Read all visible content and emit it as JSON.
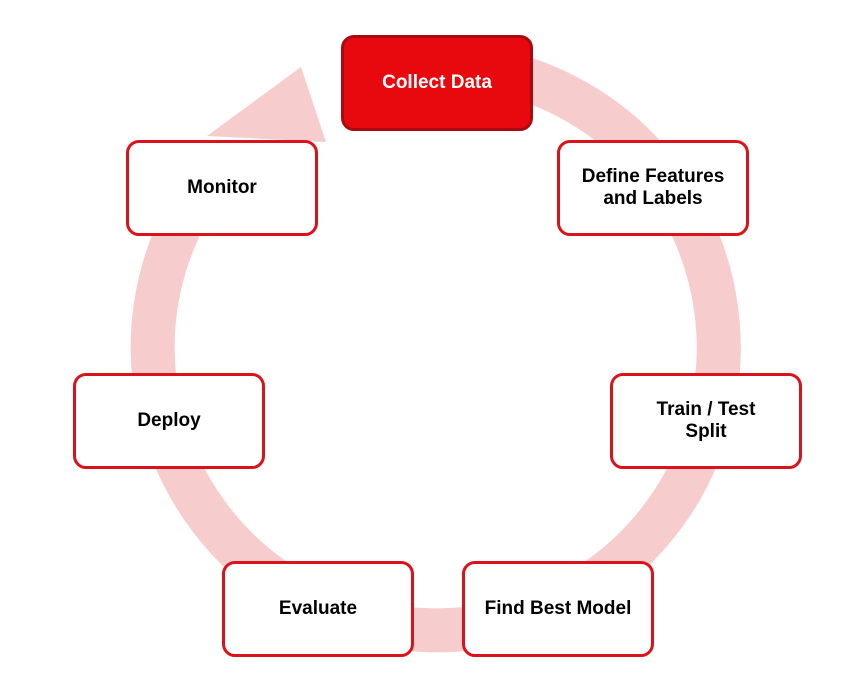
{
  "diagram": {
    "steps": [
      {
        "label": "Collect Data",
        "active": true
      },
      {
        "label": "Define Features\nand Labels",
        "active": false
      },
      {
        "label": "Train / Test\nSplit",
        "active": false
      },
      {
        "label": "Find Best Model",
        "active": false
      },
      {
        "label": "Evaluate",
        "active": false
      },
      {
        "label": "Deploy",
        "active": false
      },
      {
        "label": "Monitor",
        "active": false
      }
    ],
    "colors": {
      "accent": "#e8090f",
      "border": "#d9121b",
      "ring": "#f6cccc"
    }
  }
}
